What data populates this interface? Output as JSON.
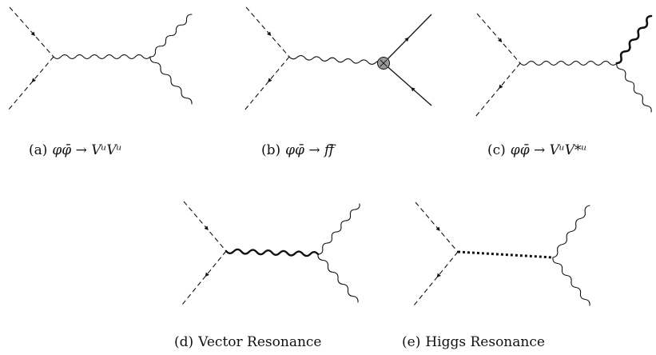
{
  "diagrams": [
    {
      "id": "a",
      "caption_tag": "(a)",
      "caption_text": "φφ̄ → VᵘVᵘ"
    },
    {
      "id": "b",
      "caption_tag": "(b)",
      "caption_text": "φφ̄ → ff̄"
    },
    {
      "id": "c",
      "caption_tag": "(c)",
      "caption_text": "φφ̄ → VᵘV*ᵘ"
    },
    {
      "id": "d",
      "caption_tag": "(d)",
      "caption_text": "Vector Resonance"
    },
    {
      "id": "e",
      "caption_tag": "(e)",
      "caption_text": "Higgs Resonance"
    }
  ],
  "colors": {
    "line": "#111111",
    "vertex_fill": "#9a9a9a"
  }
}
